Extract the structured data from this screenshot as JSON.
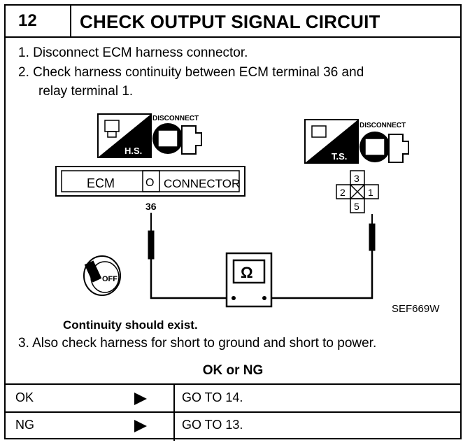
{
  "header": {
    "number": "12",
    "title": "CHECK OUTPUT SIGNAL CIRCUIT"
  },
  "steps": [
    "1. Disconnect ECM harness connector.",
    "2. Check harness continuity between ECM terminal 36 and",
    "relay terminal 1.",
    "3. Also check harness for short to ground and short to power."
  ],
  "diagram": {
    "hs_label": "H.S.",
    "ts_label": "T.S.",
    "disconnect_left": "DISCONNECT",
    "disconnect_right": "DISCONNECT",
    "ecm_label": "ECM",
    "connector_o": "O",
    "connector_label": "CONNECTOR",
    "terminal_36": "36",
    "relay_terminals": [
      "3",
      "2",
      "1",
      "5"
    ],
    "ohm_symbol": "Ω",
    "key_label": "OFF",
    "figure_code": "SEF669W"
  },
  "continuity_text": "Continuity should exist.",
  "result_title": "OK or NG",
  "results": [
    {
      "status": "OK",
      "action": "GO TO 14."
    },
    {
      "status": "NG",
      "action": "GO TO 13."
    }
  ]
}
